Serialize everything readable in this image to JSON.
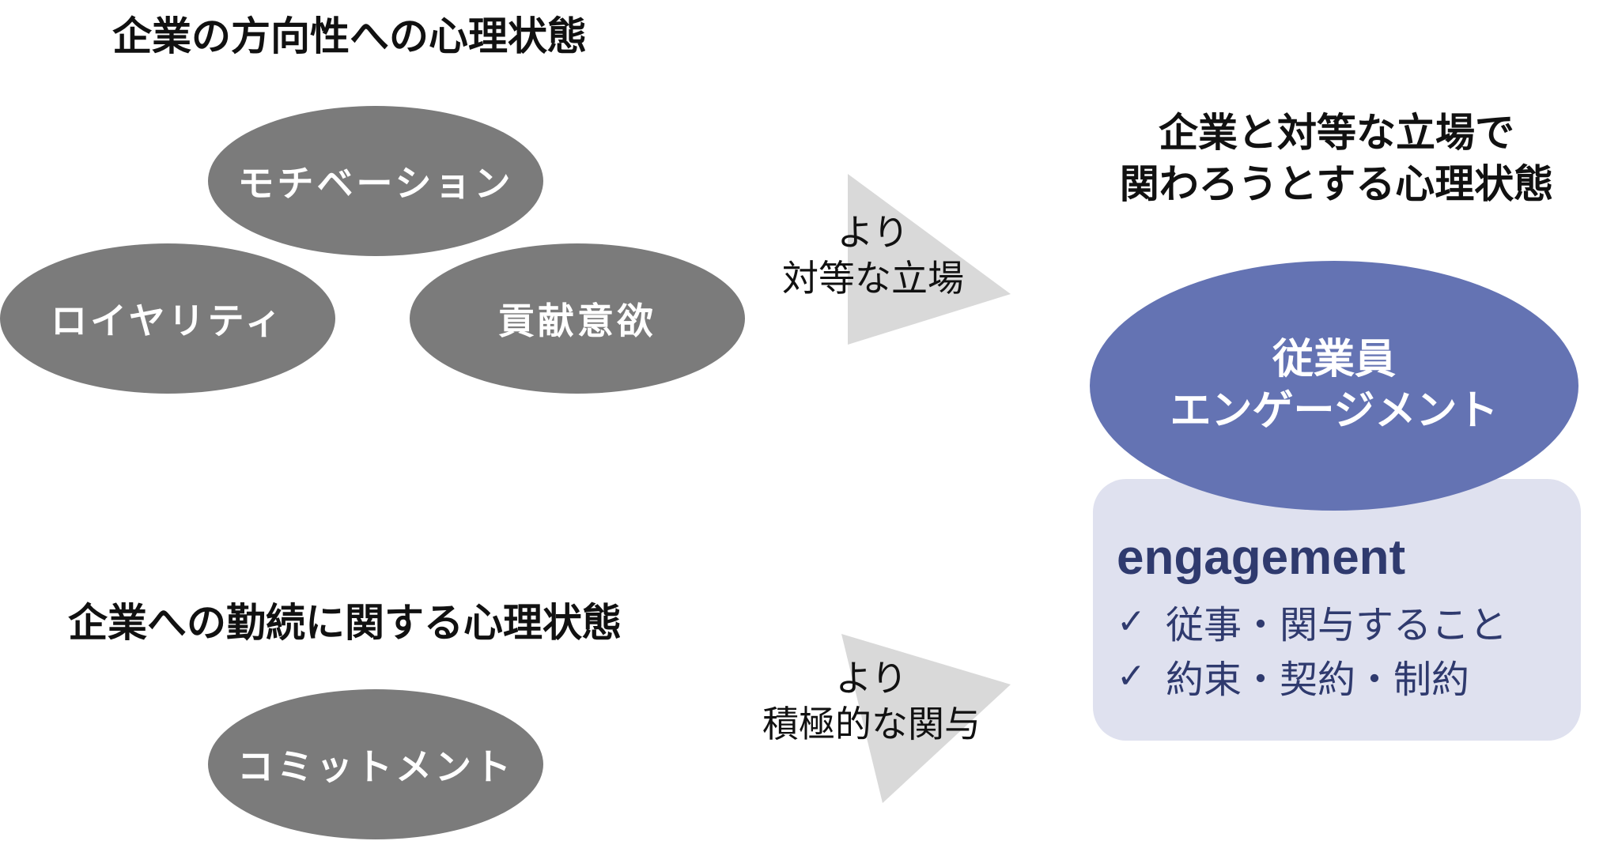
{
  "top_section": {
    "heading": "企業の方向性への心理状態",
    "ellipses": {
      "motivation": "モチベーション",
      "loyalty": "ロイヤリティ",
      "contribution": "貢献意欲"
    },
    "arrow_label_line1": "より",
    "arrow_label_line2": "対等な立場"
  },
  "bottom_section": {
    "heading": "企業への勤続に関する心理状態",
    "ellipse": "コミットメント",
    "arrow_label_line1": "より",
    "arrow_label_line2": "積極的な関与"
  },
  "right_section": {
    "heading_line1": "企業と対等な立場で",
    "heading_line2": "関わろうとする心理状態",
    "main_ellipse_line1": "従業員",
    "main_ellipse_line2": "エンゲージメント",
    "engagement_box": {
      "title": "engagement",
      "items": [
        "従事・関与すること",
        "約束・契約・制約"
      ]
    }
  },
  "colors": {
    "gray_ellipse": "#7b7b7b",
    "arrow_triangle": "#d9d9d9",
    "blue_ellipse": "#6473b3",
    "engagement_box_bg": "#dfe1ef",
    "engagement_text": "#2f3a6e"
  },
  "icons": {
    "check": "check-icon",
    "arrow": "triangle-arrow-right-icon"
  }
}
